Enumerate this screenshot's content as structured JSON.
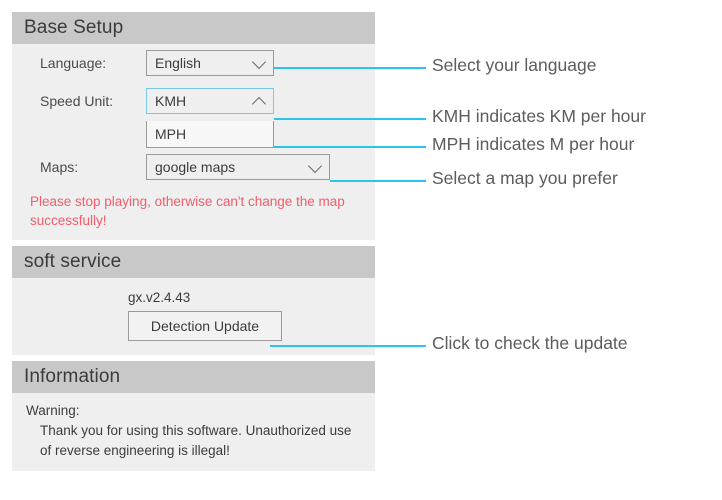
{
  "panel": {
    "sections": [
      {
        "title": "Base Setup",
        "rows": [
          {
            "label": "Language:",
            "value": "English"
          },
          {
            "label": "Speed Unit:",
            "value": "KMH"
          },
          {
            "label": "Maps:",
            "value": "google maps"
          }
        ],
        "speed_unit_option": "MPH",
        "warning": "Please stop playing, otherwise can't change the map successfully!"
      },
      {
        "title": "soft service",
        "version": "gx.v2.4.43",
        "update_button": "Detection Update"
      },
      {
        "title": "Information",
        "warning_label": "Warning:",
        "warning_body": "Thank you for using this software. Unauthorized use of reverse engineering is illegal!"
      }
    ]
  },
  "annotations": [
    {
      "text": "Select your language"
    },
    {
      "text": "KMH indicates KM per hour"
    },
    {
      "text": "MPH indicates M per hour"
    },
    {
      "text": "Select a map you prefer"
    },
    {
      "text": "Click to check the update"
    }
  ],
  "colors": {
    "accent": "#29c5ee",
    "header_bar": "#c8c8c8",
    "panel_body": "#efefef",
    "warning_red": "#f15d6c"
  }
}
